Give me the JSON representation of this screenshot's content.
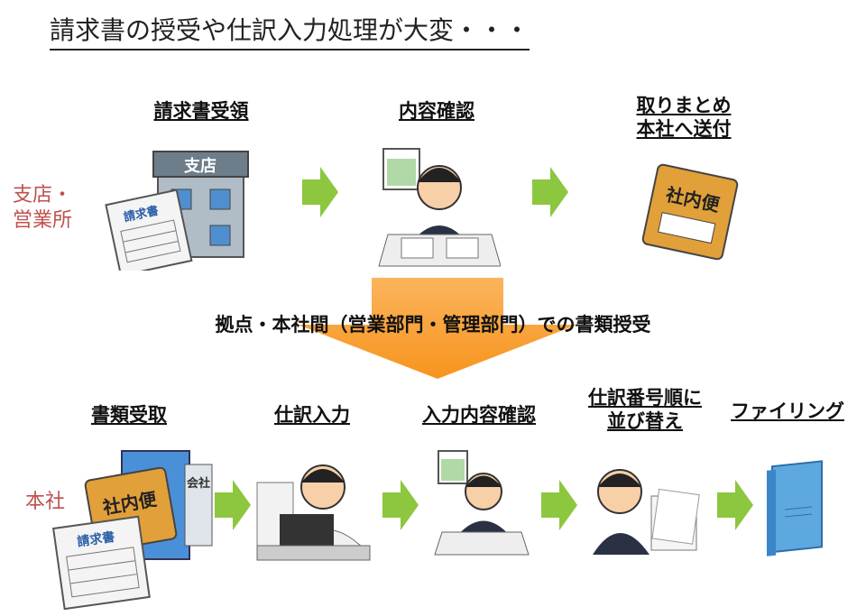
{
  "title": "請求書の授受や仕訳入力処理が大変・・・",
  "branch": {
    "label_line1": "支店・",
    "label_line2": "営業所",
    "steps": [
      {
        "label": "請求書受領"
      },
      {
        "label": "内容確認"
      },
      {
        "label_line1": "取りまとめ",
        "label_line2": "本社へ送付"
      }
    ]
  },
  "transfer_label": "拠点・本社間（営業部門・管理部門）での書類授受",
  "hq": {
    "label": "本社",
    "steps": [
      {
        "label": "書類受取"
      },
      {
        "label": "仕訳入力"
      },
      {
        "label": "入力内容確認"
      },
      {
        "label_line1": "仕訳番号順に",
        "label_line2": "並び替え"
      },
      {
        "label": "ファイリング"
      }
    ]
  },
  "illustration_text": {
    "branch_sign": "支店",
    "invoice": "請求書",
    "mail": "社内便",
    "company_sign": "会社"
  },
  "colors": {
    "green_arrow": "#8dc63f",
    "orange_arrow": "#f7941d",
    "side_label": "#c0504d"
  }
}
